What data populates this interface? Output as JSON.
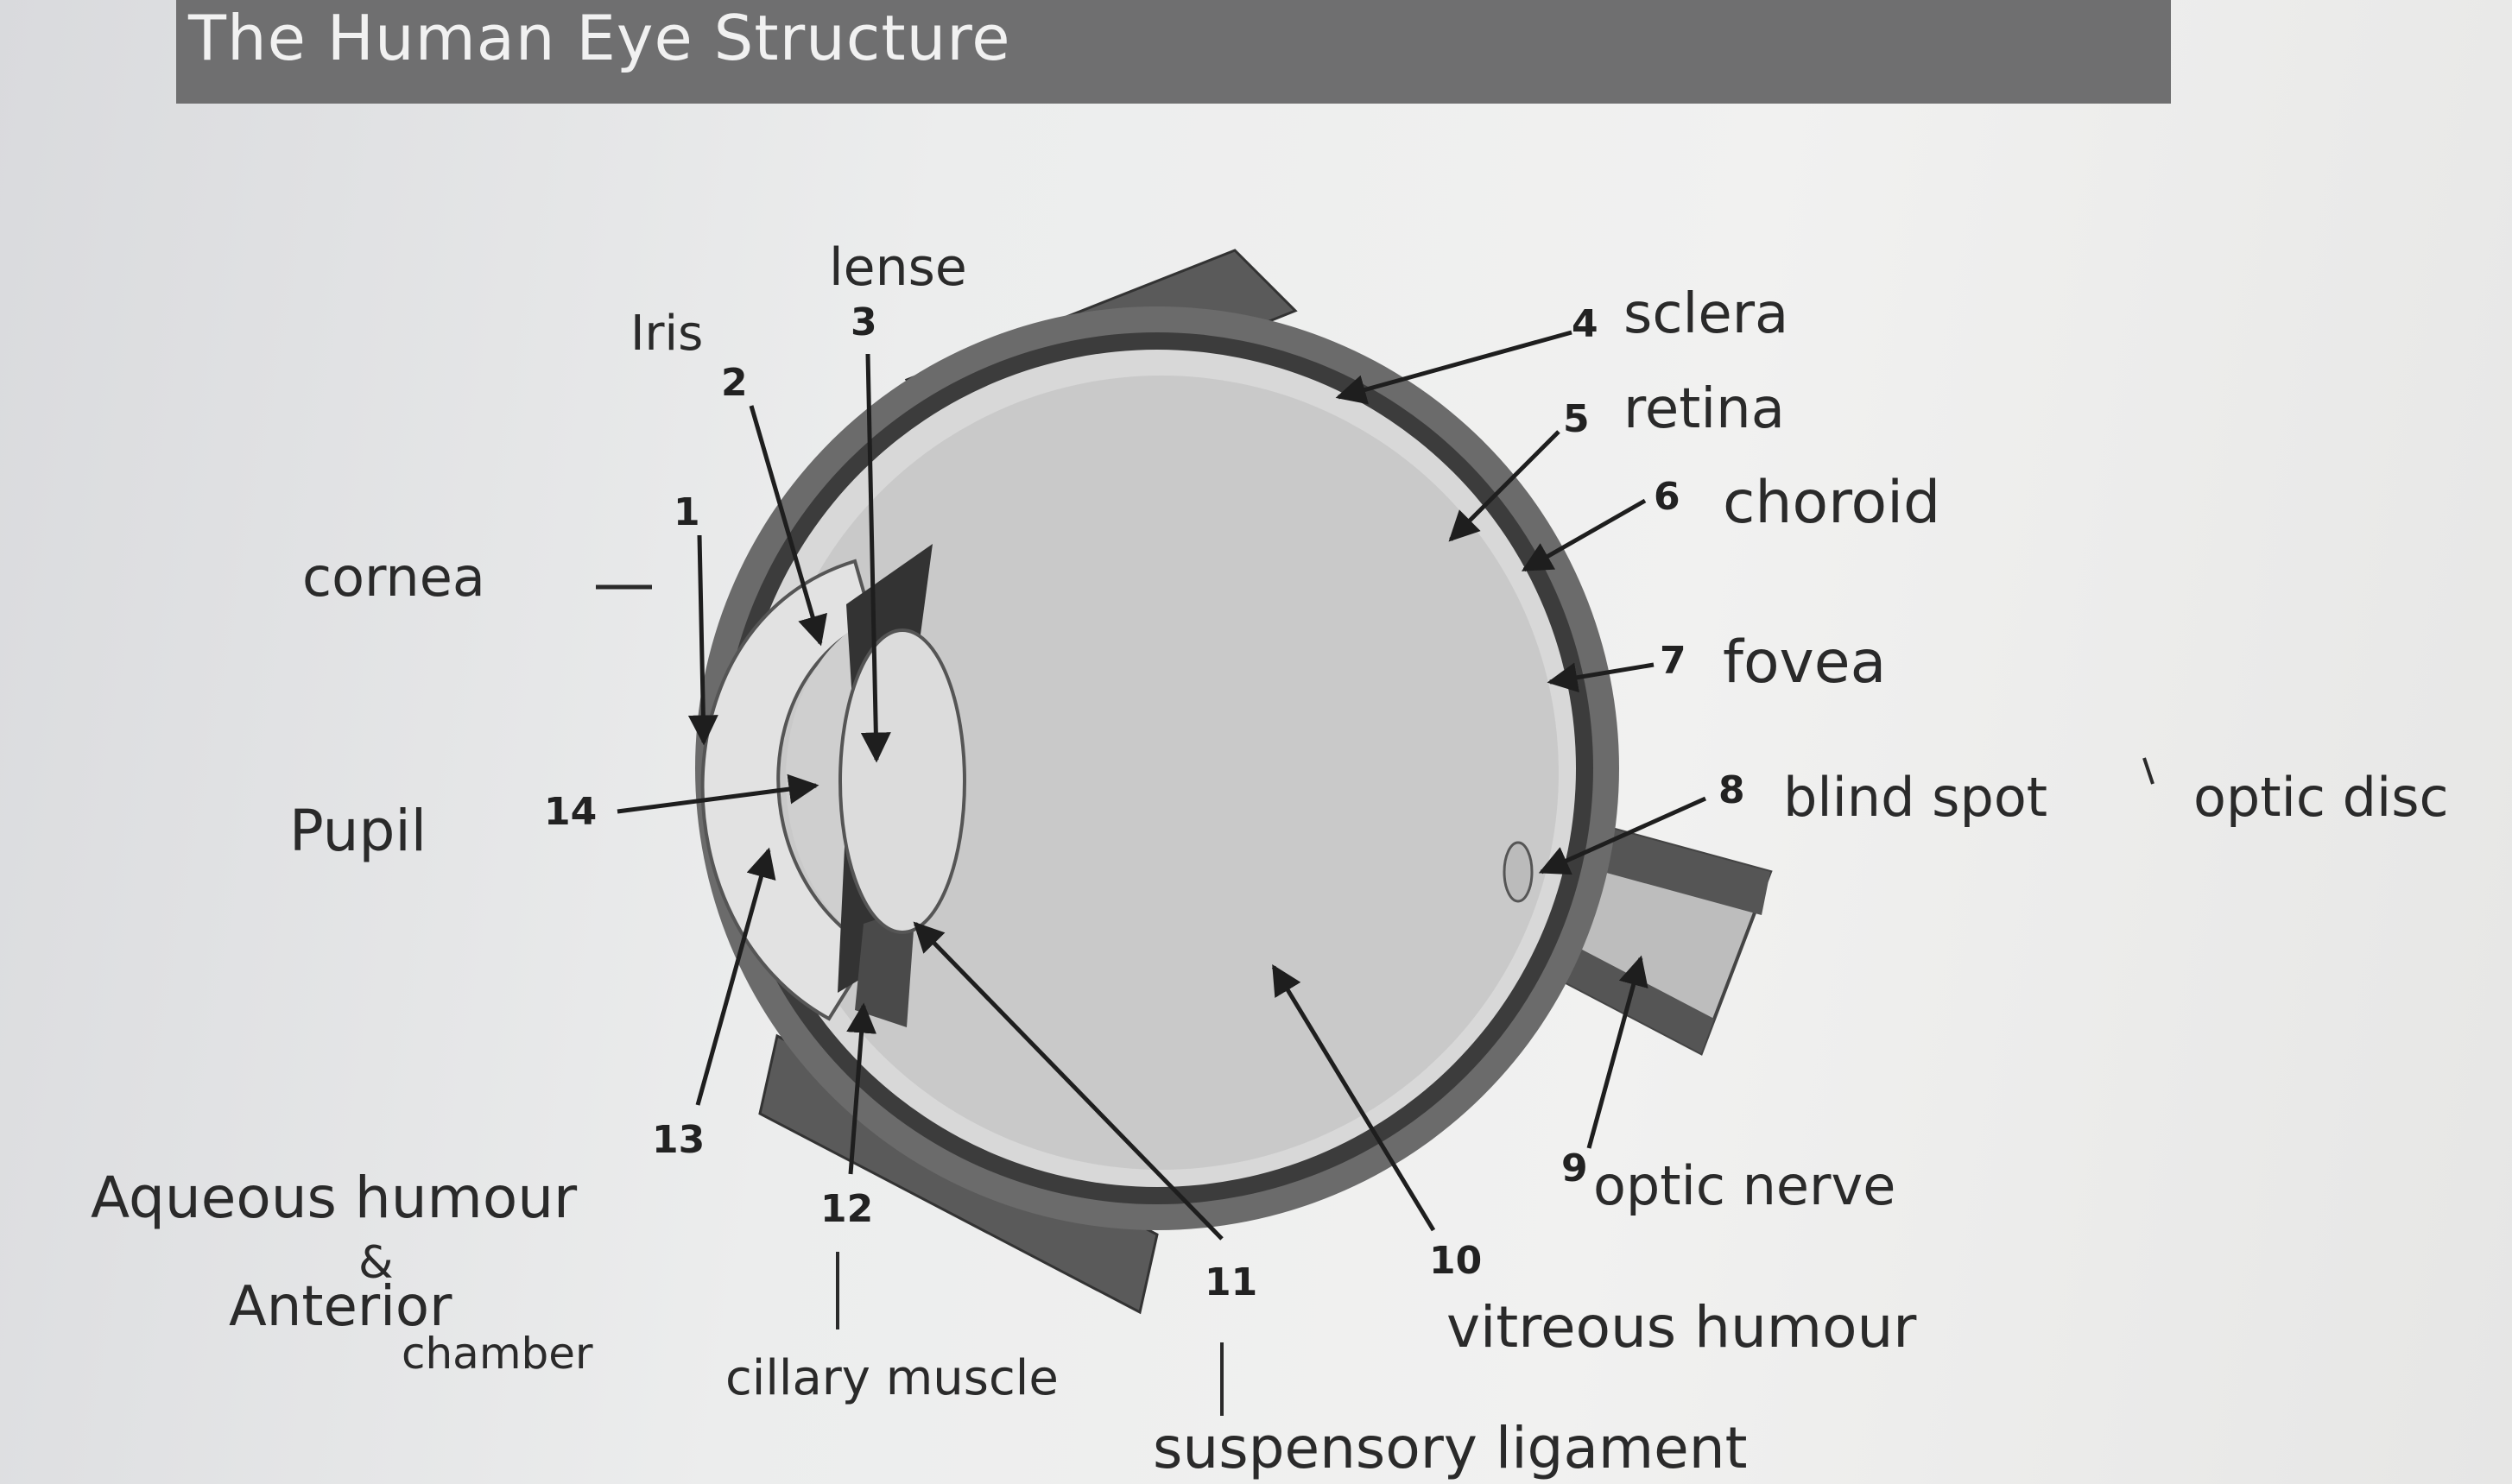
{
  "title": "The Human Eye Structure",
  "numbers": [
    "1",
    "2",
    "3",
    "4",
    "5",
    "6",
    "7",
    "8",
    "9",
    "10",
    "11",
    "12",
    "13",
    "14"
  ],
  "labels": {
    "cornea": "cornea",
    "iris": "Iris",
    "lense": "lense",
    "sclera": "sclera",
    "retina": "retina",
    "choroid": "choroid",
    "fovea": "fovea",
    "blind_spot": "blind spot",
    "optic_disc": "optic disc",
    "optic_nerve": "optic nerve",
    "vitreous": "vitreous humour",
    "suspensory": "suspensory ligament",
    "ciliary": "cillary muscle",
    "aqueous": "Aqueous humour",
    "ampersand": "&",
    "anterior": "Anterior",
    "chamber": "chamber",
    "pupil": "Pupil"
  },
  "colors": {
    "sclera_band": "#6b6b6b",
    "choroid_band": "#3c3c3c",
    "vitreous_fill": "#c9c9c9",
    "ink": "#2a2a2a"
  }
}
